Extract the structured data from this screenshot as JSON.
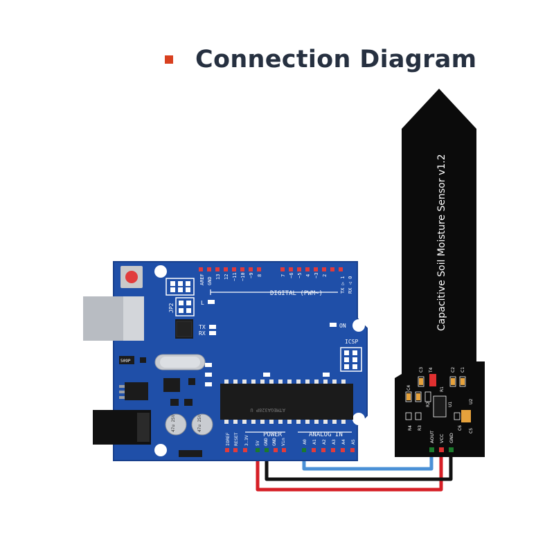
{
  "title": "Connection Diagram",
  "colors": {
    "title_bullet": "#d8401f",
    "title_text": "#263040",
    "board": "#1f4fa8",
    "board_dark": "#163e8a",
    "sensor": "#0b0b0b",
    "wire_red": "#d61f26",
    "wire_black": "#111111",
    "wire_blue": "#4a90d6"
  },
  "board": {
    "digital_label": "DIGITAL (PWM~)",
    "power_label": "POWER",
    "analog_label": "ANALOG IN",
    "icsp_label": "ICSP",
    "on_label": "ON",
    "jp2_label": "JP2",
    "tx_label": "TX",
    "rx_label": "RX",
    "l_label": "L",
    "crystal_label": "509P",
    "chip_label": "ATMEGA328P U",
    "cap1_label": "47u 25V",
    "cap2_label": "47u 25V",
    "txrx_label": "TX ▷ 1",
    "rxrx_label": "RX ◁ 0",
    "digital_pins": [
      "AREF",
      "GND",
      "13",
      "12",
      "~11",
      "~10",
      "~9",
      "8",
      "7",
      "~6",
      "~5",
      "4",
      "~3",
      "2"
    ],
    "power_pins": [
      "IOREF",
      "RESET",
      "3.3V",
      "5V",
      "GND",
      "GND",
      "Vin"
    ],
    "analog_pins": [
      "A0",
      "A1",
      "A2",
      "A3",
      "A4",
      "A5"
    ]
  },
  "sensor": {
    "name": "Capacitive Soil Moisture Sensor v1.2",
    "pins": [
      "AOUT",
      "VCC",
      "GND"
    ],
    "components": [
      "C3",
      "T4",
      "C2",
      "C1",
      "C4",
      "R1",
      "R2",
      "U1",
      "U2",
      "R4",
      "R3",
      "C6",
      "C5"
    ]
  }
}
